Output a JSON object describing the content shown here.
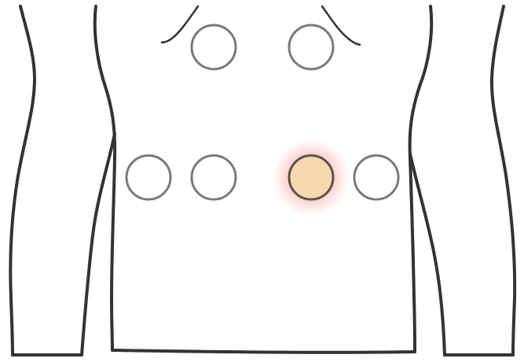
{
  "figure": {
    "title": "",
    "colors": {
      "outline": "#333333",
      "marker_stroke_idle": "#7a7a7a",
      "marker_fill_idle": "#ffffff",
      "marker_stroke_active": "#555555",
      "marker_fill_active": "#f5d9ad",
      "glow": "#ff3b30"
    }
  },
  "markers": [
    {
      "id": "upper-left",
      "row": "upper",
      "selected": false
    },
    {
      "id": "upper-right",
      "row": "upper",
      "selected": false
    },
    {
      "id": "middle-1",
      "row": "middle",
      "selected": false
    },
    {
      "id": "middle-2",
      "row": "middle",
      "selected": false
    },
    {
      "id": "middle-3",
      "row": "middle",
      "selected": true
    },
    {
      "id": "middle-4",
      "row": "middle",
      "selected": false
    }
  ]
}
